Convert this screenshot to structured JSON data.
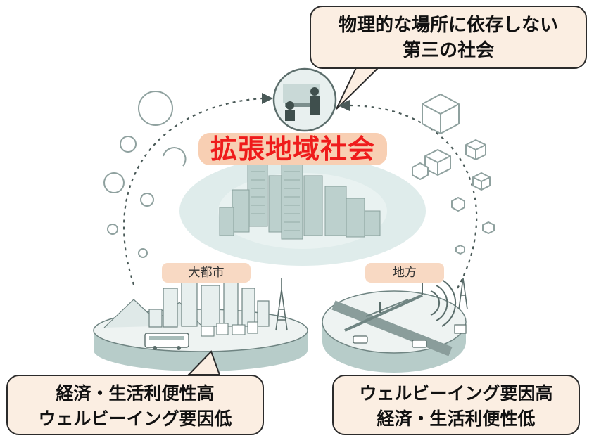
{
  "top_callout": {
    "line1": "物理的な場所に依存しない",
    "line2": "第三の社会"
  },
  "center_label": "拡張地域社会",
  "city_tag": "大都市",
  "rural_tag": "地方",
  "bottom_left": {
    "line1": "経済・生活利便性高",
    "line2": "ウェルビーイング要因低"
  },
  "bottom_right": {
    "line1": "ウェルビーイング要因高",
    "line2": "経済・生活利便性低"
  },
  "colors": {
    "center_text": "#ef1b1b",
    "callout_fill": "#fbeee2",
    "tag_fill": "#f8d9c3",
    "teal_shade": "#a9c7c4"
  }
}
